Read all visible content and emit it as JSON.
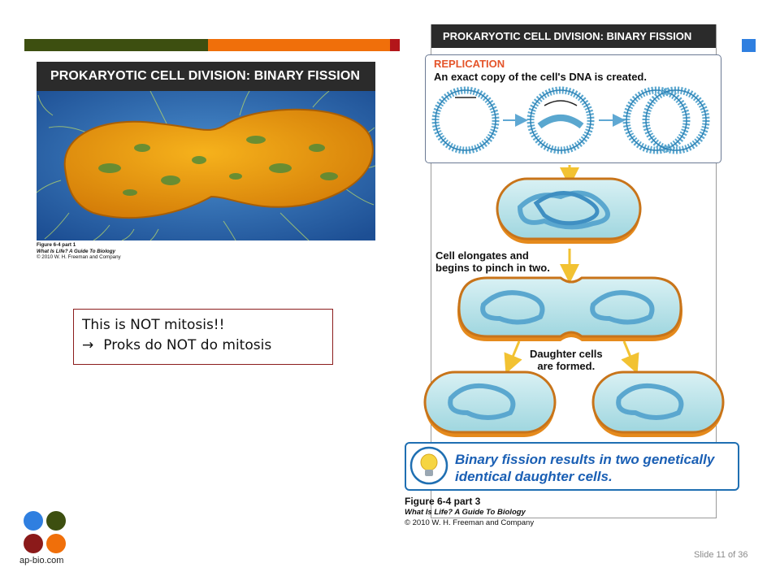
{
  "colors": {
    "bar_green": "#3d4f10",
    "bar_orange": "#f06f0a",
    "bar_red": "#b3161a",
    "corner_square": "#2f7fe0",
    "replication_orange": "#e4542a",
    "highlight_blue": "#1a5fb4"
  },
  "left_figure": {
    "title": "PROKARYOTIC CELL DIVISION: BINARY FISSION",
    "caption_line1": "Figure 6-4 part 1",
    "caption_line2": "What Is Life? A Guide To Biology",
    "caption_line3": "© 2010 W. H. Freeman and Company"
  },
  "note": {
    "line1": "This is NOT mitosis!!",
    "arrow": "→",
    "line2": "Proks do NOT do mitosis"
  },
  "right_figure": {
    "title": "PROKARYOTIC CELL DIVISION: BINARY FISSION",
    "replication_title": "REPLICATION",
    "replication_desc": "An exact copy of the cell's DNA is created.",
    "elongate_line1": "Cell elongates and",
    "elongate_line2": "begins to pinch in two.",
    "daughter_line1": "Daughter cells",
    "daughter_line2": "are formed.",
    "conclusion_line1": "Binary fission results in two genetically",
    "conclusion_line2": "identical daughter cells.",
    "caption_line1": "Figure 6-4 part 3",
    "caption_line2": "What Is Life? A Guide To Biology",
    "caption_line3": "© 2010 W. H. Freeman and Company"
  },
  "logo": {
    "text": "ap-bio.com"
  },
  "slide_number": "Slide 11 of 36"
}
